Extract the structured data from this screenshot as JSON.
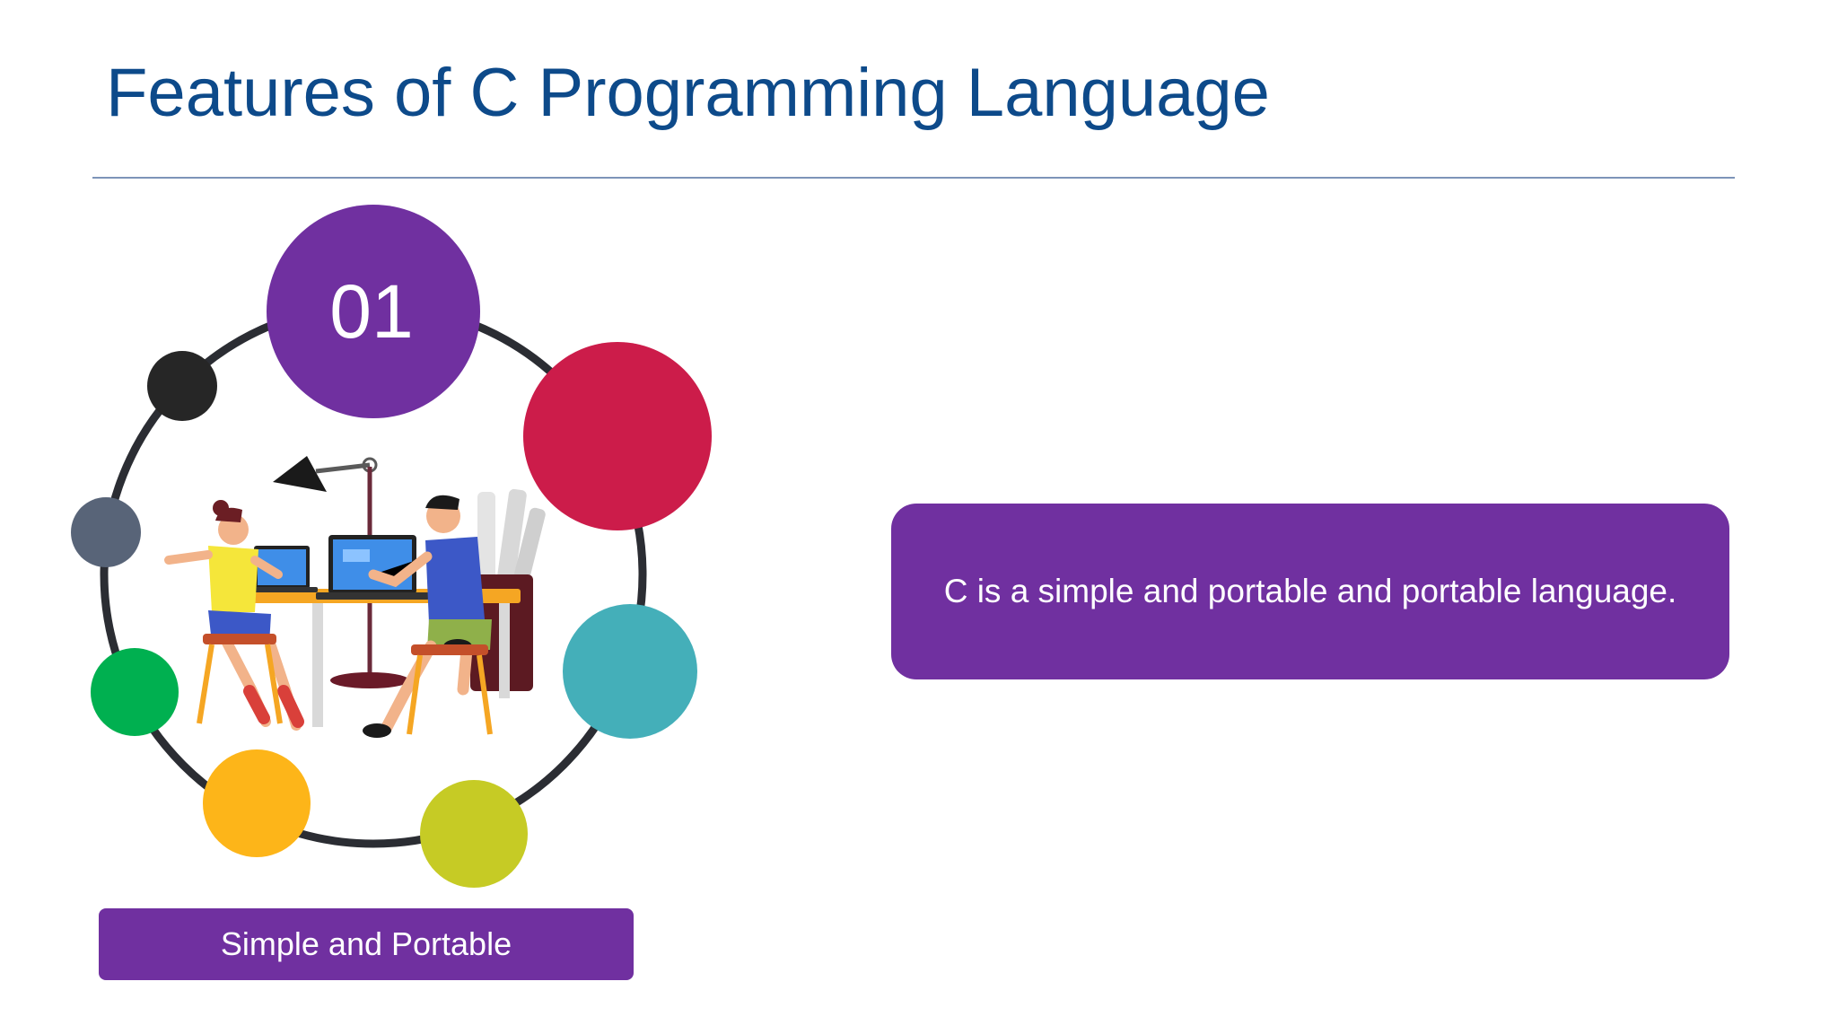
{
  "slide": {
    "title": "Features of C Programming Language",
    "feature_number": "01",
    "feature_label": "Simple and Portable",
    "description": "C is a simple and portable and portable language."
  },
  "colors": {
    "title": "#0d4a8a",
    "accent_purple": "#7030a0",
    "ring": "#2b2d33",
    "dots": [
      "#cc1c4a",
      "#44afb9",
      "#c6cb25",
      "#fdb519",
      "#00b050",
      "#586478",
      "#262626"
    ]
  },
  "illustration": {
    "subject": "two-people-working-at-desk-with-laptops"
  }
}
